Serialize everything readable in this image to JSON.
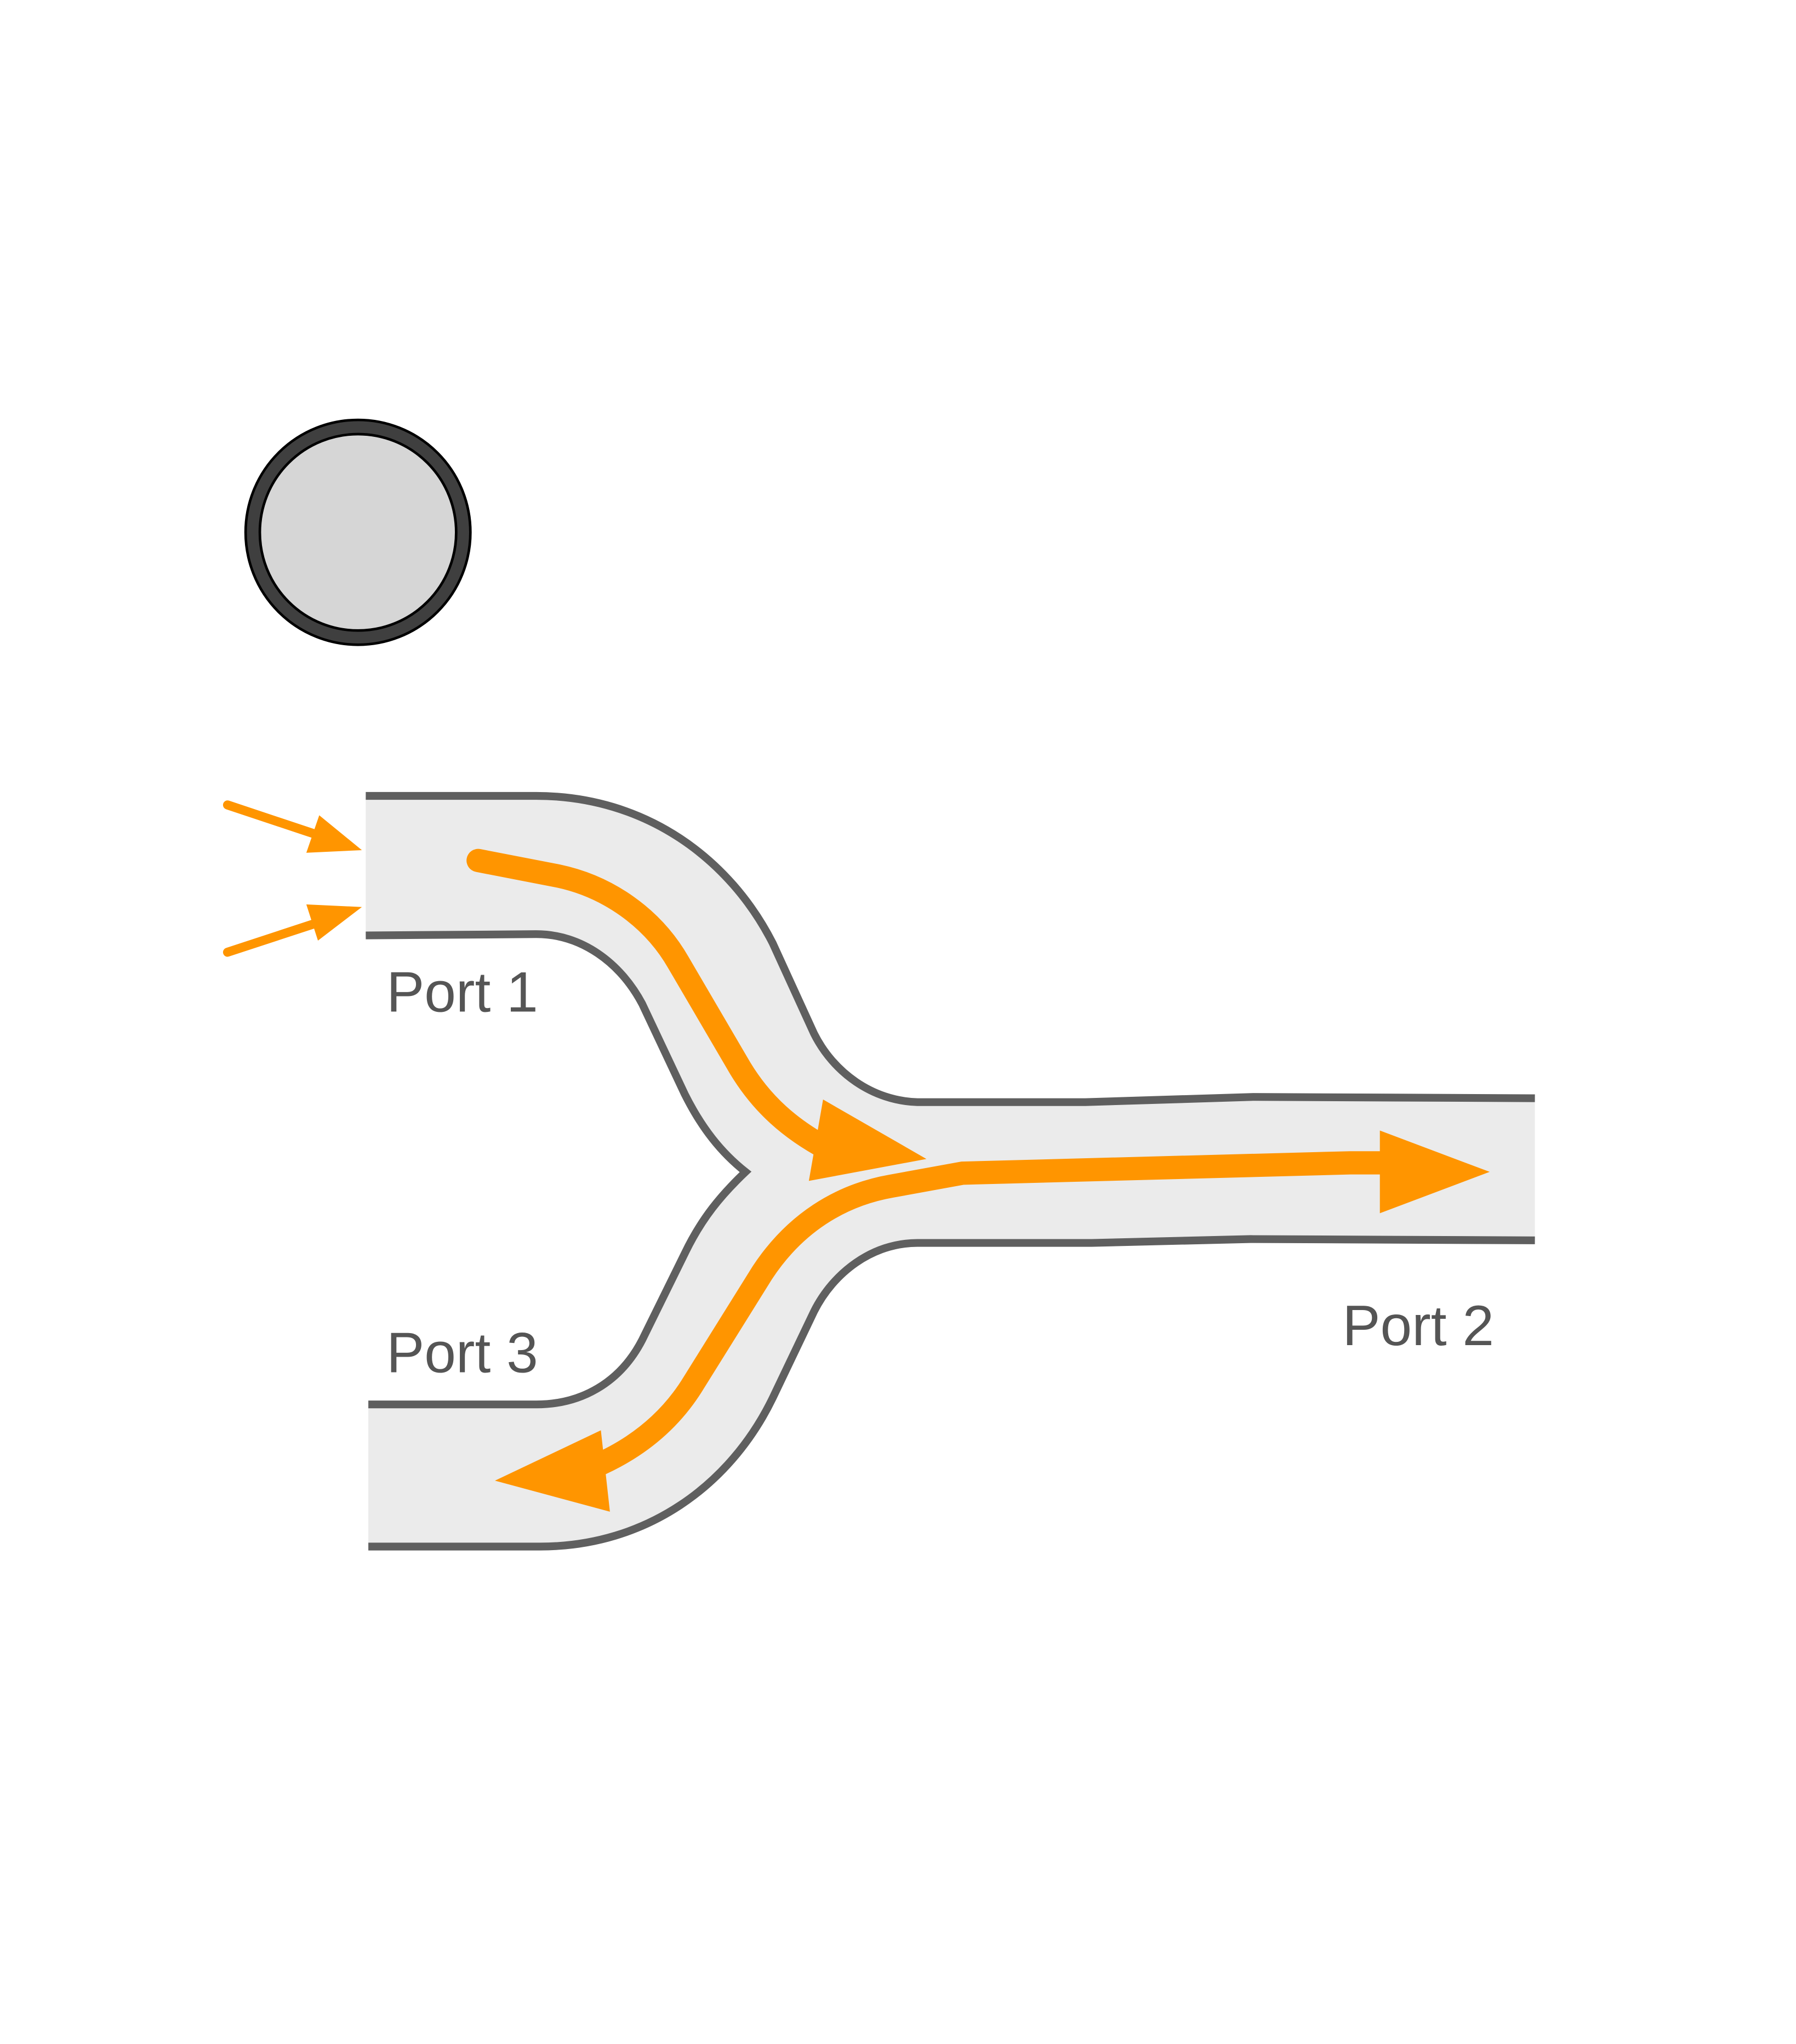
{
  "diagram": {
    "ports": [
      {
        "id": "port1",
        "label": "Port 1"
      },
      {
        "id": "port2",
        "label": "Port 2"
      },
      {
        "id": "port3",
        "label": "Port 3"
      }
    ],
    "colors": {
      "waveguide_fill": "#ebebeb",
      "waveguide_outline": "#5f5f5f",
      "flow": "#ff9500",
      "particle_fill": "#d6d6d6",
      "particle_outline": "#3f3f3f",
      "label": "#555555"
    }
  }
}
